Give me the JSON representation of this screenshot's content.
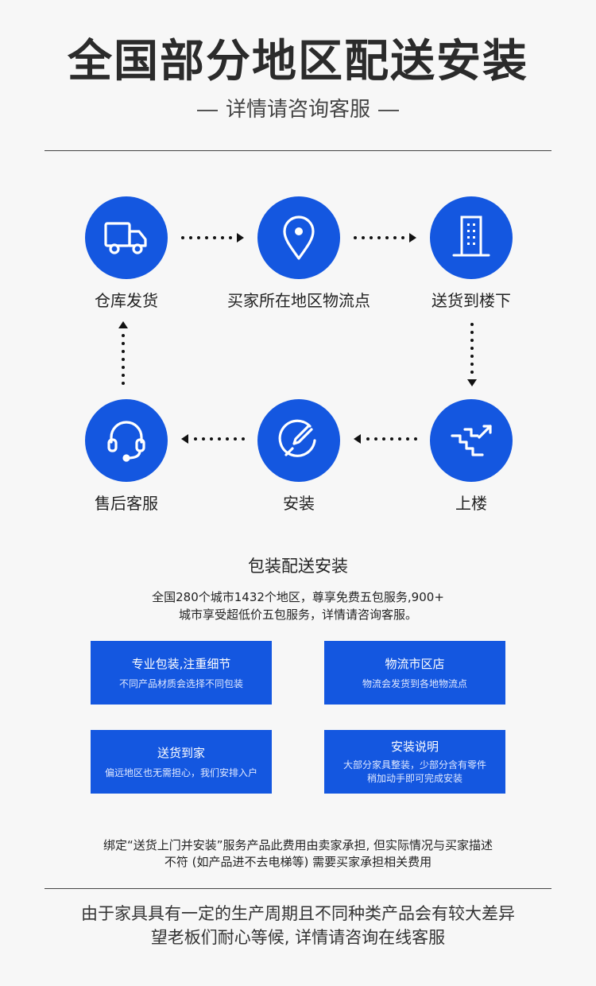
{
  "header": {
    "title": "全国部分地区配送安装",
    "subtitle": "详情请咨询客服"
  },
  "flow": {
    "steps": [
      {
        "label": "仓库发货",
        "icon": "truck-icon"
      },
      {
        "label": "买家所在地区物流点",
        "icon": "location-pin-icon"
      },
      {
        "label": "送货到楼下",
        "icon": "building-icon"
      },
      {
        "label": "上楼",
        "icon": "stairs-icon"
      },
      {
        "label": "安装",
        "icon": "wrench-icon"
      },
      {
        "label": "售后客服",
        "icon": "headset-icon"
      }
    ]
  },
  "service": {
    "title": "包装配送安装",
    "desc_line1": "全国280个城市1432个地区，尊享免费五包服务,900+",
    "desc_line2": "城市享受超低价五包服务，详情请咨询客服。",
    "cards": [
      {
        "title": "专业包装,注重细节",
        "sub1": "不同产品材质会选择不同包装",
        "sub2": ""
      },
      {
        "title": "物流市区店",
        "sub1": "物流会发货到各地物流点",
        "sub2": ""
      },
      {
        "title": "送货到家",
        "sub1": "偏远地区也无需担心，我们安排入户",
        "sub2": ""
      },
      {
        "title": "安装说明",
        "sub1": "大部分家具整装，少部分含有零件",
        "sub2": "稍加动手即可完成安装"
      }
    ]
  },
  "notice": {
    "line1": "绑定“送货上门并安装”服务产品此费用由卖家承担, 但实际情况与买家描述",
    "line2": "不符 (如产品进不去电梯等) 需要买家承担相关费用"
  },
  "footer": {
    "line1": "由于家具具有一定的生产周期且不同种类产品会有较大差异",
    "line2": "望老板们耐心等候, 详情请咨询在线客服"
  },
  "colors": {
    "accent": "#1457e0",
    "background": "#f7f7f7",
    "text": "#222222"
  }
}
